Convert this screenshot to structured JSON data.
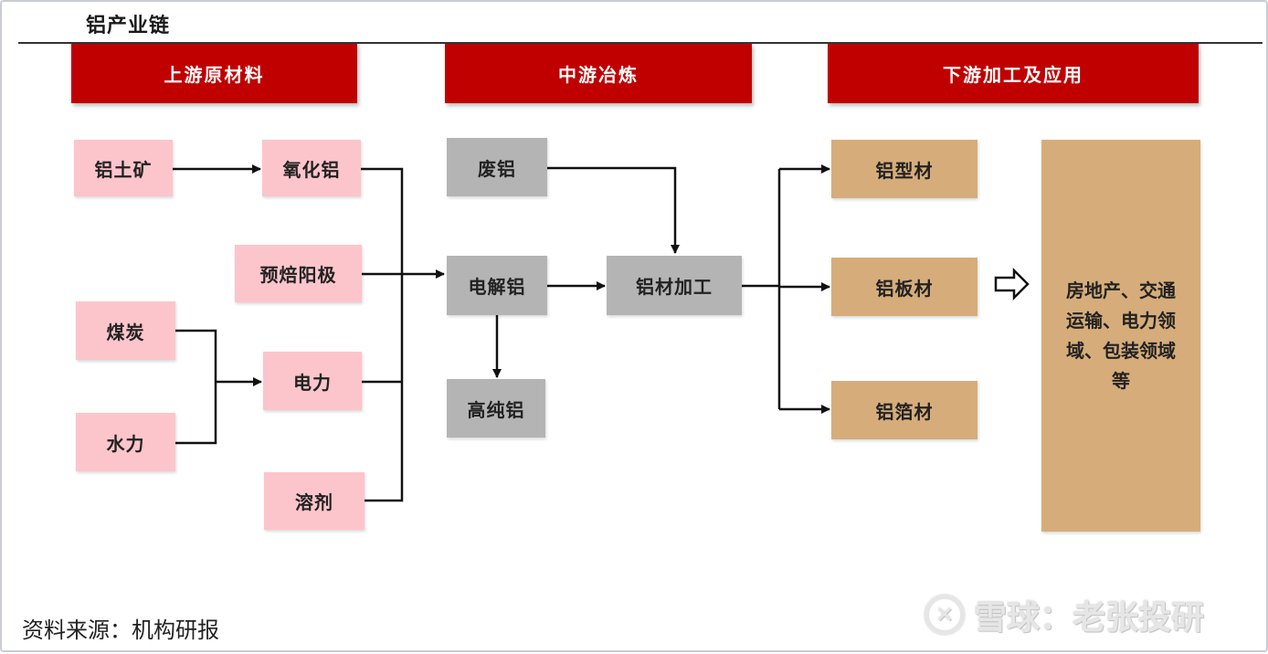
{
  "title": "铝产业链",
  "stages": {
    "upstream": "上游原材料",
    "midstream": "中游冶炼",
    "downstream": "下游加工及应用"
  },
  "nodes": {
    "bauxite": "铝土矿",
    "alumina": "氧化铝",
    "prebaked_anode": "预焙阳极",
    "coal": "煤炭",
    "hydropower": "水力",
    "electricity": "电力",
    "flux": "溶剂",
    "scrap_aluminum": "废铝",
    "electrolytic_aluminum": "电解铝",
    "high_purity_aluminum": "高纯铝",
    "aluminum_processing": "铝材加工",
    "aluminum_profile": "铝型材",
    "aluminum_sheet": "铝板材",
    "aluminum_foil": "铝箔材"
  },
  "applications": "房地产、交通运输、电力领域、包装领域等",
  "source": "资料来源：机构研报",
  "watermark": {
    "brand": "雪球：老张投研",
    "logo": "snowball-logo-icon"
  },
  "colors": {
    "stage_header": "#c00000",
    "upstream_node": "#fcc5cb",
    "midstream_node": "#b4b4b4",
    "downstream_node": "#d6ad7a",
    "connector": "#111111"
  }
}
